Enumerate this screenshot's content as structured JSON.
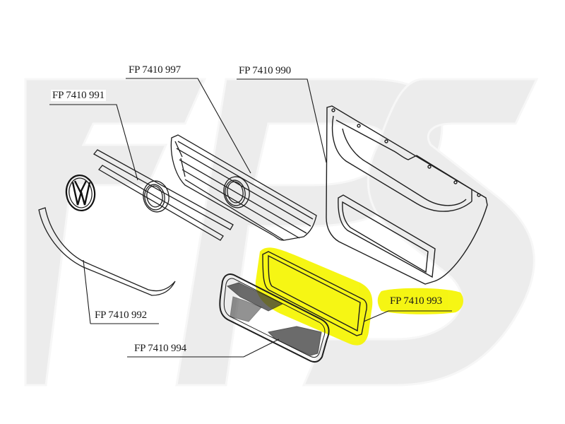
{
  "diagram": {
    "type": "exploded-parts-diagram",
    "subject": "front radiator grille assembly",
    "watermark": {
      "text": "FPS",
      "color": "#e9e9e9"
    },
    "highlight_color": "#f7f700",
    "parts": [
      {
        "id": "p990",
        "label": "FP 7410 990",
        "description": "grille frame / housing",
        "highlighted": false
      },
      {
        "id": "p997",
        "label": "FP 7410 997",
        "description": "upper grille with fog-lamp ring",
        "highlighted": false
      },
      {
        "id": "p991",
        "label": "FP 7410 991",
        "description": "grille slats with ring",
        "highlighted": false
      },
      {
        "id": "p992",
        "label": "FP 7410 992",
        "description": "chrome trim strip",
        "highlighted": false
      },
      {
        "id": "p994",
        "label": "FP 7410 994",
        "description": "lower mesh grille",
        "highlighted": false
      },
      {
        "id": "p993",
        "label": "FP 7410 993",
        "description": "lower grille frame",
        "highlighted": true
      }
    ],
    "emblem": {
      "name": "VW badge",
      "text": "VW"
    }
  }
}
